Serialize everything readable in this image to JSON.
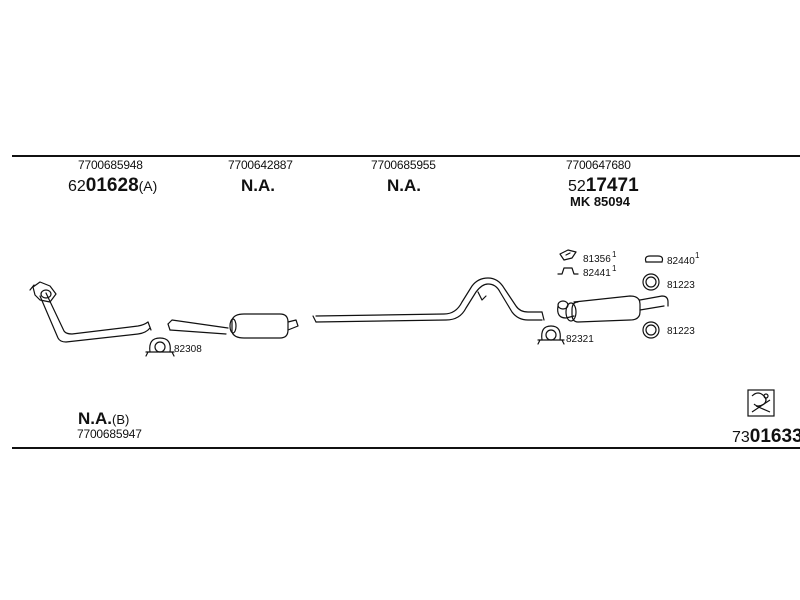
{
  "parts": {
    "front_pipe": {
      "oem": "7700685948",
      "code_prefix": "62",
      "code_main": "01628",
      "code_suffix": "(A)"
    },
    "center_box": {
      "oem": "7700642887",
      "code": "N.A."
    },
    "middle_pipe": {
      "oem": "7700685955",
      "code": "N.A."
    },
    "rear_box": {
      "oem": "7700647680",
      "code_prefix": "52",
      "code_main": "17471",
      "kit": "MK 85094"
    },
    "manifold_pipe": {
      "code": "N.A.",
      "code_suffix": "(B)",
      "oem": "7700685947"
    }
  },
  "fittings": {
    "clamp_front": "82308",
    "clamp_rear": "82321",
    "bracket_a": "81356",
    "bracket_a_qty": "1",
    "bracket_b": "82441",
    "bracket_b_qty": "1",
    "hanger": "82440",
    "hanger_qty": "1",
    "ring_top": "81223",
    "ring_bottom": "81223"
  },
  "footer": {
    "set_prefix": "73",
    "set_main": "01633"
  }
}
